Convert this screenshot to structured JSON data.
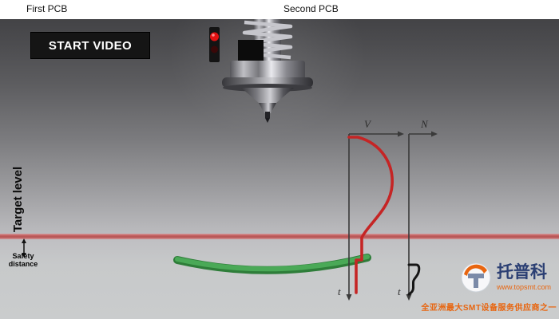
{
  "top_bar": {
    "first_pcb": "First PCB",
    "second_pcb": "Second PCB"
  },
  "controls": {
    "start_video": "START VIDEO"
  },
  "annotations": {
    "target_level": "Target level",
    "safety_distance": "Safety distance"
  },
  "graphs": {
    "velocity": {
      "value_axis": "V",
      "time_axis": "t"
    },
    "force": {
      "value_axis": "N",
      "time_axis": "t"
    }
  },
  "branding": {
    "company_name": "托普科",
    "website": "www.topsmt.com",
    "tagline": "全亚洲最大SMT设备服务供应商之一"
  },
  "colors": {
    "target_line_red": "#c45c5c",
    "velocity_curve_red": "#c52525",
    "force_curve_black": "#161616",
    "pcb_green": "#3f9e4d",
    "brand_orange": "#e8650f",
    "brand_blue": "#2b3f73"
  }
}
